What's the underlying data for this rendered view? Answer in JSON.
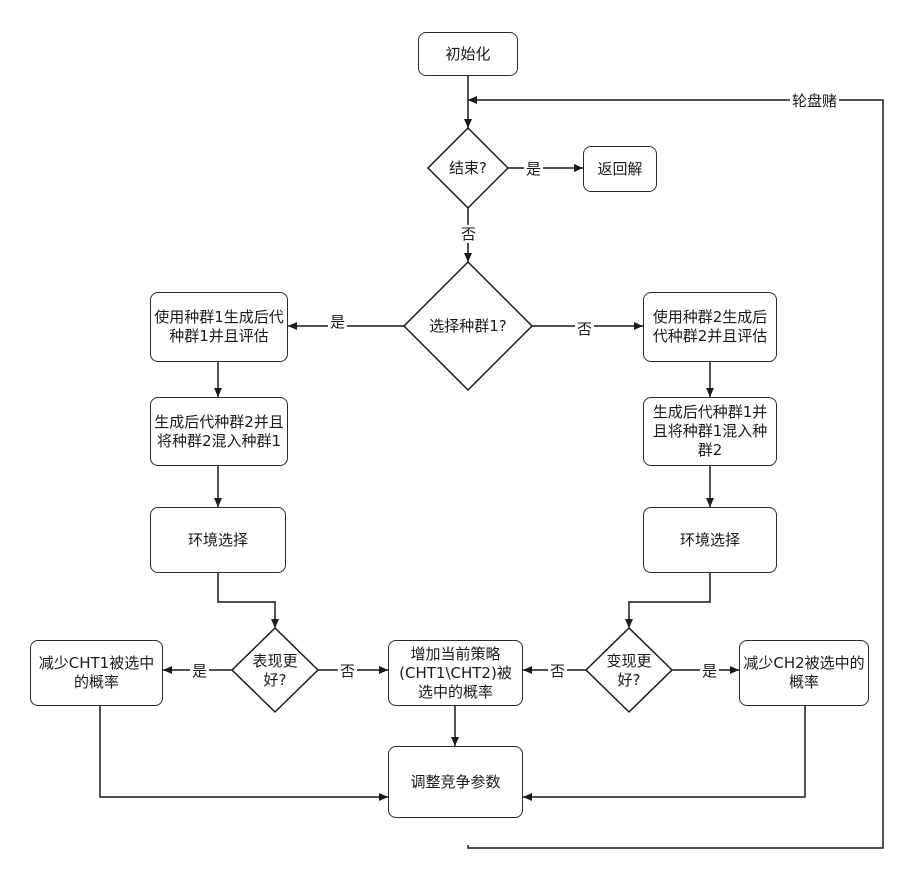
{
  "nodes": {
    "init": "初始化",
    "end_q": "结束?",
    "return_sol": "返回解",
    "select_pop1_q": "选择种群1?",
    "left_gen1": "使用种群1生成后代种群1并且评估",
    "left_gen2": "生成后代种群2并且将种群2混入种群1",
    "left_env": "环境选择",
    "left_better_q": "表现更好?",
    "left_reduce": "减少CHT1被选中的概率",
    "increase_current": "增加当前策略(CHT1\\CHT2)被选中的概率",
    "right_gen2": "使用种群2生成后代种群2并且评估",
    "right_gen1": "生成后代种群1并且将种群1混入种群2",
    "right_env": "环境选择",
    "right_better_q": "变现更好?",
    "right_reduce": "减少CH2被选中的概率",
    "adjust": "调整竞争参数"
  },
  "edge_labels": {
    "roulette": "轮盘赌",
    "end_yes": "是",
    "end_no": "否",
    "select_yes": "是",
    "select_no": "否",
    "left_better_yes": "是",
    "left_better_no": "否",
    "right_better_no": "否",
    "right_better_yes": "是"
  }
}
